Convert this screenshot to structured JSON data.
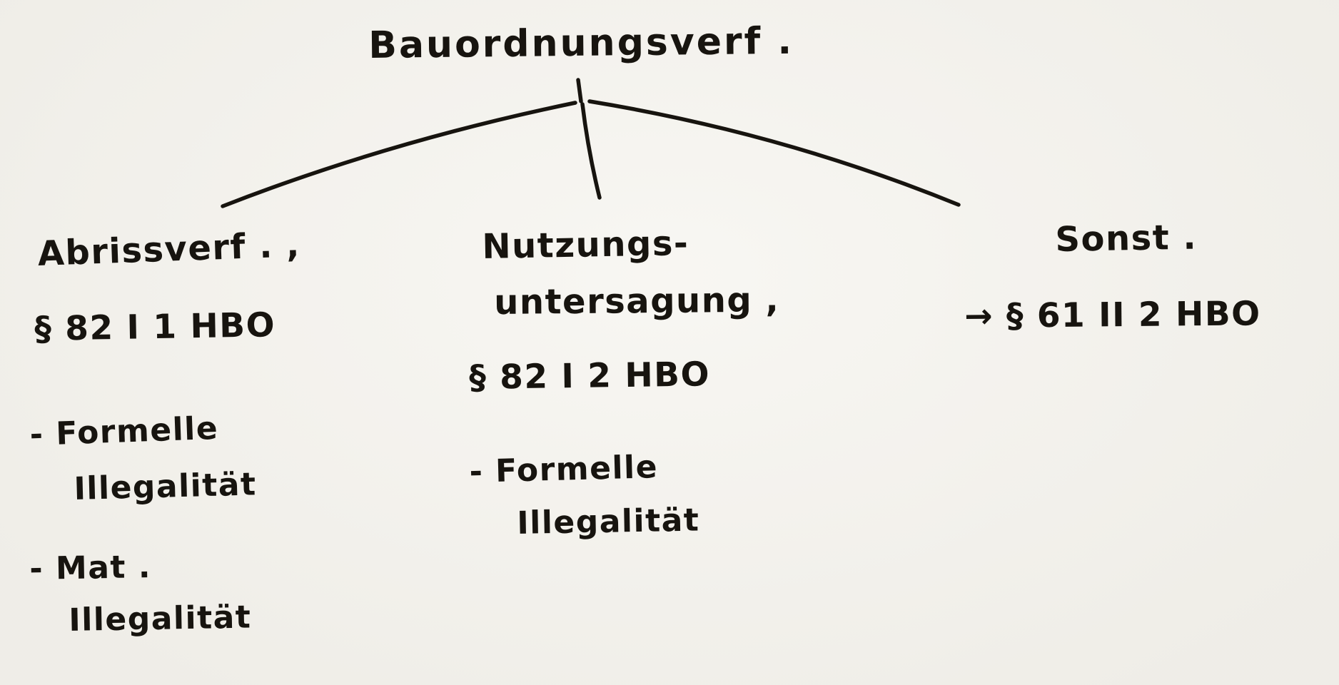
{
  "style": {
    "paper_color": "#f4f2ec",
    "ink_color": "#17140f"
  },
  "diagram": {
    "root_label": "Bauordnungsverf .",
    "branches": [
      {
        "lines": [
          "Abrissverf . ,",
          "§ 82 I 1 HBO"
        ],
        "bullets": [
          "- Formelle",
          "Illegalität",
          "- Mat .",
          "Illegalität"
        ]
      },
      {
        "lines": [
          "Nutzungs-",
          "untersagung ,",
          "§ 82 I 2 HBO"
        ],
        "bullets": [
          "- Formelle",
          "Illegalität"
        ]
      },
      {
        "lines": [
          "Sonst .",
          "→ § 61 II 2 HBO"
        ],
        "bullets": []
      }
    ]
  }
}
